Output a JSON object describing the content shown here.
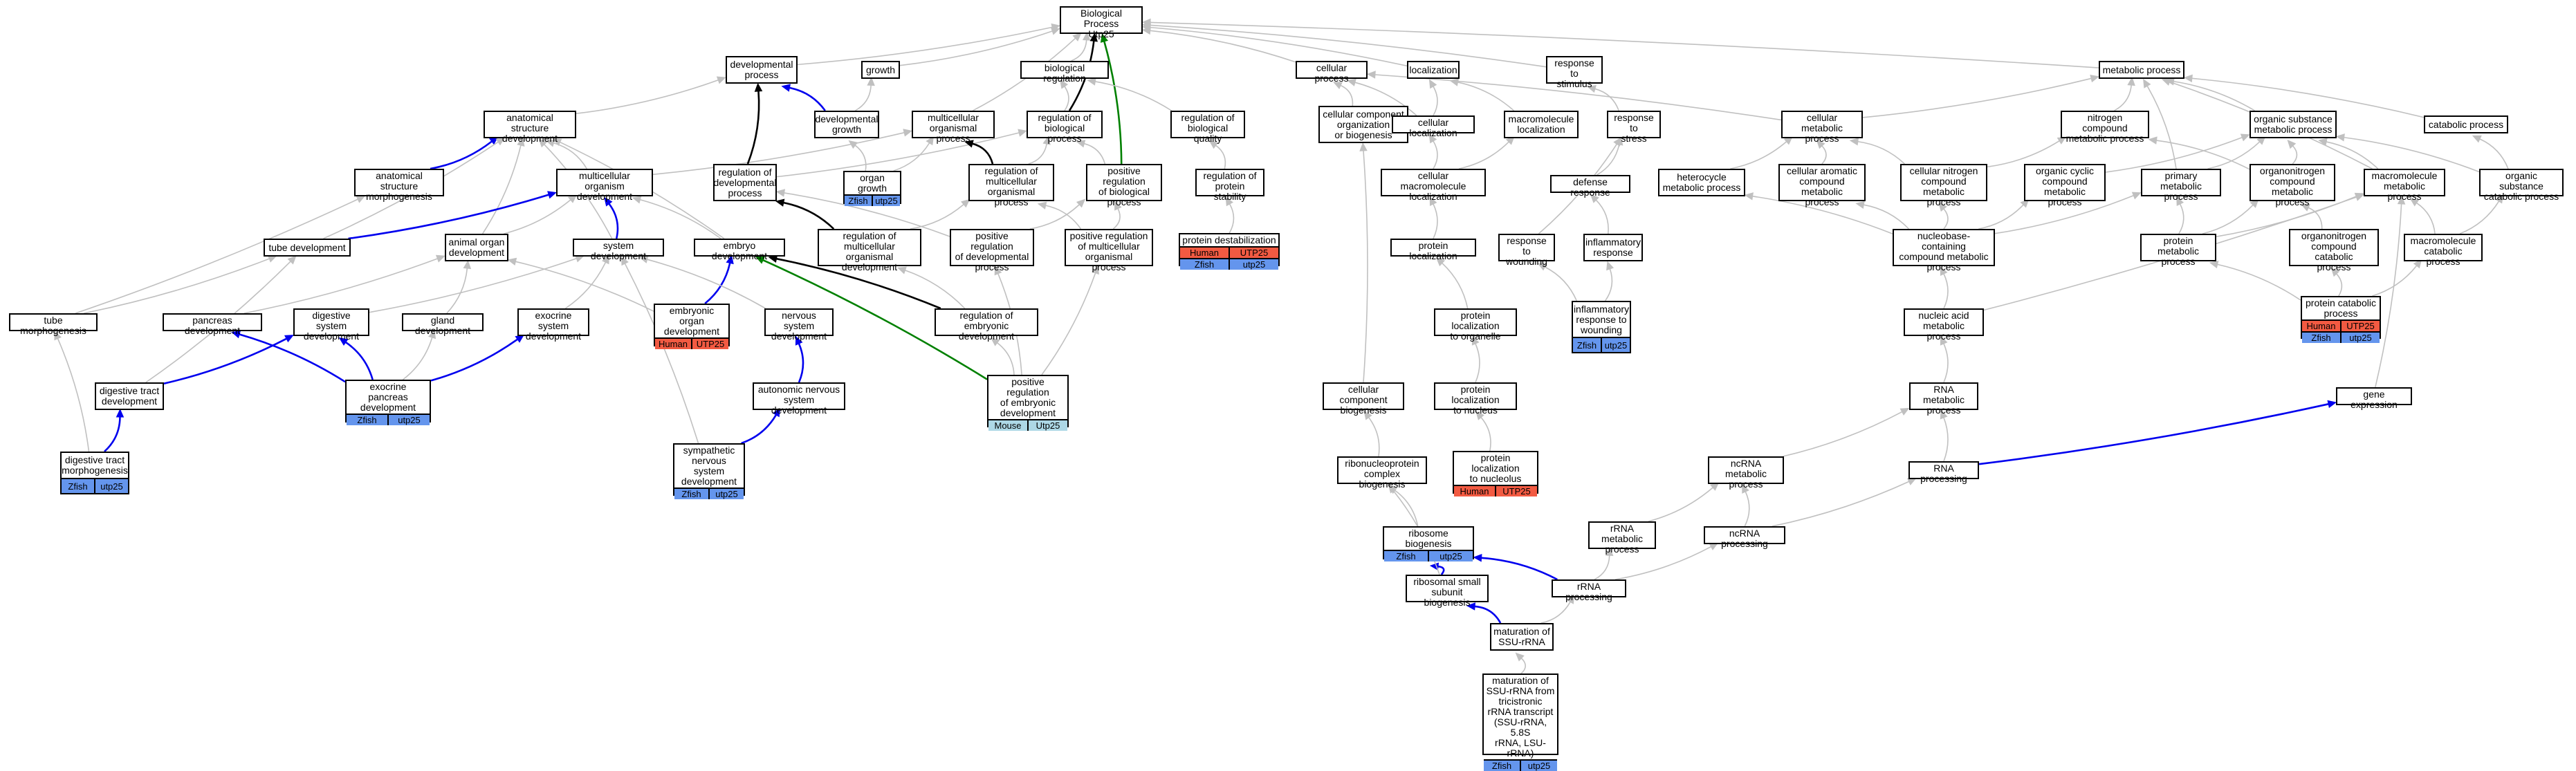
{
  "colors": {
    "Zfish": "#6495ed",
    "Human": "#f25a42",
    "Mouse": "#add8e6",
    "edge_grey": "#c0c0c0",
    "edge_blue": "#0000ee",
    "edge_green": "#008000",
    "edge_black": "#000000"
  },
  "nodes": [
    {
      "id": "bp",
      "label": "Biological Process\nUtp25"
    },
    {
      "id": "devproc",
      "label": "developmental\nprocess"
    },
    {
      "id": "growth",
      "label": "growth"
    },
    {
      "id": "bioreg",
      "label": "biological regulation"
    },
    {
      "id": "cellproc",
      "label": "cellular process"
    },
    {
      "id": "local",
      "label": "localization"
    },
    {
      "id": "respstim",
      "label": "response to\nstimulus"
    },
    {
      "id": "metproc",
      "label": "metabolic process"
    },
    {
      "id": "anatdev",
      "label": "anatomical structure\ndevelopment"
    },
    {
      "id": "devgrowth",
      "label": "developmental\ngrowth"
    },
    {
      "id": "multiorg",
      "label": "multicellular\norganismal process"
    },
    {
      "id": "regbio",
      "label": "regulation of\nbiological process"
    },
    {
      "id": "regqual",
      "label": "regulation of\nbiological quality"
    },
    {
      "id": "ccorg",
      "label": "cellular component\norganization\nor biogenesis"
    },
    {
      "id": "cellloc",
      "label": "cellular localization"
    },
    {
      "id": "macroloc",
      "label": "macromolecule\nlocalization"
    },
    {
      "id": "respstress",
      "label": "response to\nstress"
    },
    {
      "id": "cellmet",
      "label": "cellular metabolic\nprocess"
    },
    {
      "id": "nitromet",
      "label": "nitrogen compound\nmetabolic process"
    },
    {
      "id": "orgsub",
      "label": "organic substance\nmetabolic process"
    },
    {
      "id": "catab",
      "label": "catabolic process"
    },
    {
      "id": "anatmorph",
      "label": "anatomical structure\nmorphogenesis"
    },
    {
      "id": "multidev",
      "label": "multicellular\norganism development"
    },
    {
      "id": "regdev",
      "label": "regulation of\ndevelopmental\nprocess"
    },
    {
      "id": "organgrowth",
      "label": "organ growth",
      "ann": [
        {
          "sp": "Zfish",
          "g": "utp25"
        }
      ]
    },
    {
      "id": "regmulti",
      "label": "regulation of\nmulticellular\norganismal process"
    },
    {
      "id": "posregbio",
      "label": "positive regulation\nof biological\nprocess"
    },
    {
      "id": "regstab",
      "label": "regulation of\nprotein stability"
    },
    {
      "id": "cellmacroloc",
      "label": "cellular macromolecule\nlocalization"
    },
    {
      "id": "defresp",
      "label": "defense response"
    },
    {
      "id": "hetero",
      "label": "heterocycle\nmetabolic process"
    },
    {
      "id": "cellarom",
      "label": "cellular aromatic\ncompound metabolic\nprocess"
    },
    {
      "id": "cellnitro",
      "label": "cellular nitrogen\ncompound metabolic\nprocess"
    },
    {
      "id": "orgcyc",
      "label": "organic cyclic\ncompound metabolic\nprocess"
    },
    {
      "id": "primmet",
      "label": "primary metabolic\nprocess"
    },
    {
      "id": "orgnitro",
      "label": "organonitrogen\ncompound metabolic\nprocess"
    },
    {
      "id": "macromet",
      "label": "macromolecule\nmetabolic process"
    },
    {
      "id": "orgsubcat",
      "label": "organic substance\ncatabolic process"
    },
    {
      "id": "tubedev",
      "label": "tube development"
    },
    {
      "id": "animorgan",
      "label": "animal organ\ndevelopment"
    },
    {
      "id": "sysdev",
      "label": "system development"
    },
    {
      "id": "embdev",
      "label": "embryo development"
    },
    {
      "id": "regmultidev",
      "label": "regulation of\nmulticellular\norganismal development"
    },
    {
      "id": "posregdev",
      "label": "positive regulation\nof developmental\nprocess"
    },
    {
      "id": "posregmulti",
      "label": "positive regulation\nof multicellular\norganismal process"
    },
    {
      "id": "protdestab",
      "label": "protein destabilization",
      "ann": [
        {
          "sp": "Human",
          "g": "UTP25"
        },
        {
          "sp": "Zfish",
          "g": "utp25"
        }
      ]
    },
    {
      "id": "protloc",
      "label": "protein localization"
    },
    {
      "id": "respwound",
      "label": "response to\nwounding"
    },
    {
      "id": "inflam",
      "label": "inflammatory\nresponse"
    },
    {
      "id": "nucbase",
      "label": "nucleobase-containing\ncompound metabolic\nprocess"
    },
    {
      "id": "protmet",
      "label": "protein metabolic\nprocess"
    },
    {
      "id": "orgnitrocat",
      "label": "organonitrogen\ncompound catabolic\nprocess"
    },
    {
      "id": "macrocat",
      "label": "macromolecule\ncatabolic process"
    },
    {
      "id": "tubemorph",
      "label": "tube morphogenesis"
    },
    {
      "id": "pancdev",
      "label": "pancreas development"
    },
    {
      "id": "digsys",
      "label": "digestive system\ndevelopment"
    },
    {
      "id": "glanddev",
      "label": "gland development"
    },
    {
      "id": "exocrine",
      "label": "exocrine system\ndevelopment"
    },
    {
      "id": "embryonicorgan",
      "label": "embryonic organ\ndevelopment",
      "ann": [
        {
          "sp": "Human",
          "g": "UTP25"
        }
      ]
    },
    {
      "id": "nervdev",
      "label": "nervous system\ndevelopment"
    },
    {
      "id": "regembdev",
      "label": "regulation of\nembryonic development"
    },
    {
      "id": "inflamwound",
      "label": "inflammatory\nresponse to\nwounding",
      "ann": [
        {
          "sp": "Zfish",
          "g": "utp25"
        }
      ]
    },
    {
      "id": "protcat",
      "label": "protein catabolic\nprocess",
      "ann": [
        {
          "sp": "Human",
          "g": "UTP25"
        },
        {
          "sp": "Zfish",
          "g": "utp25"
        }
      ]
    },
    {
      "id": "protlocorg",
      "label": "protein localization\nto organelle"
    },
    {
      "id": "nucacid",
      "label": "nucleic acid\nmetabolic process"
    },
    {
      "id": "digtract",
      "label": "digestive tract\ndevelopment"
    },
    {
      "id": "exopanc",
      "label": "exocrine pancreas\ndevelopment",
      "ann": [
        {
          "sp": "Zfish",
          "g": "utp25"
        }
      ]
    },
    {
      "id": "autonom",
      "label": "autonomic nervous\nsystem development"
    },
    {
      "id": "posregemb",
      "label": "positive regulation\nof embryonic\ndevelopment",
      "ann": [
        {
          "sp": "Mouse",
          "g": "Utp25"
        }
      ]
    },
    {
      "id": "ccbio",
      "label": "cellular component\nbiogenesis"
    },
    {
      "id": "protlocnuc",
      "label": "protein localization\nto nucleus"
    },
    {
      "id": "rnamet",
      "label": "RNA metabolic\nprocess"
    },
    {
      "id": "geneexp",
      "label": "gene expression"
    },
    {
      "id": "digmorph",
      "label": "digestive tract\nmorphogenesis",
      "ann": [
        {
          "sp": "Zfish",
          "g": "utp25"
        }
      ]
    },
    {
      "id": "sympath",
      "label": "sympathetic\nnervous system\ndevelopment",
      "ann": [
        {
          "sp": "Zfish",
          "g": "utp25"
        }
      ]
    },
    {
      "id": "ribonuc",
      "label": "ribonucleoprotein\ncomplex biogenesis"
    },
    {
      "id": "protlocnucleolus",
      "label": "protein localization\nto nucleolus",
      "ann": [
        {
          "sp": "Human",
          "g": "UTP25"
        }
      ]
    },
    {
      "id": "ncrnamet",
      "label": "ncRNA metabolic\nprocess"
    },
    {
      "id": "rnaproc",
      "label": "RNA processing"
    },
    {
      "id": "ribobio",
      "label": "ribosome biogenesis",
      "ann": [
        {
          "sp": "Zfish",
          "g": "utp25"
        }
      ]
    },
    {
      "id": "rrnamet",
      "label": "rRNA metabolic\nprocess"
    },
    {
      "id": "ncrnaproc",
      "label": "ncRNA processing"
    },
    {
      "id": "ribosmall",
      "label": "ribosomal small\nsubunit biogenesis"
    },
    {
      "id": "rrnaproc",
      "label": "rRNA processing"
    },
    {
      "id": "matssu",
      "label": "maturation of\nSSU-rRNA"
    },
    {
      "id": "matssutri",
      "label": "maturation of\nSSU-rRNA from\ntricistronic\nrRNA transcript\n(SSU-rRNA, 5.8S\nrRNA, LSU-rRNA)",
      "ann": [
        {
          "sp": "Zfish",
          "g": "utp25"
        }
      ]
    }
  ],
  "edges": [
    [
      "devproc",
      "bp",
      "grey"
    ],
    [
      "growth",
      "bp",
      "grey"
    ],
    [
      "bioreg",
      "bp",
      "grey"
    ],
    [
      "cellproc",
      "bp",
      "grey"
    ],
    [
      "local",
      "bp",
      "grey"
    ],
    [
      "respstim",
      "bp",
      "grey"
    ],
    [
      "metproc",
      "bp",
      "grey"
    ],
    [
      "multiorg",
      "bp",
      "grey"
    ],
    [
      "regbio",
      "bp",
      "black"
    ],
    [
      "posregbio",
      "bp",
      "green"
    ],
    [
      "anatdev",
      "devproc",
      "grey"
    ],
    [
      "devgrowth",
      "devproc",
      "blue"
    ],
    [
      "devgrowth",
      "growth",
      "grey"
    ],
    [
      "regbio",
      "bioreg",
      "grey"
    ],
    [
      "regqual",
      "bioreg",
      "grey"
    ],
    [
      "ccorg",
      "cellproc",
      "grey"
    ],
    [
      "cellloc",
      "cellproc",
      "grey"
    ],
    [
      "cellloc",
      "local",
      "grey"
    ],
    [
      "macroloc",
      "local",
      "grey"
    ],
    [
      "respstress",
      "respstim",
      "grey"
    ],
    [
      "cellmet",
      "cellproc",
      "grey"
    ],
    [
      "cellmet",
      "metproc",
      "grey"
    ],
    [
      "nitromet",
      "metproc",
      "grey"
    ],
    [
      "orgsub",
      "metproc",
      "grey"
    ],
    [
      "catab",
      "metproc",
      "grey"
    ],
    [
      "primmet",
      "metproc",
      "grey"
    ],
    [
      "macromet",
      "metproc",
      "grey"
    ],
    [
      "anatmorph",
      "anatdev",
      "blue"
    ],
    [
      "multidev",
      "anatdev",
      "grey"
    ],
    [
      "multidev",
      "multiorg",
      "grey"
    ],
    [
      "animorgan",
      "anatdev",
      "grey"
    ],
    [
      "tubedev",
      "anatdev",
      "grey"
    ],
    [
      "sysdev",
      "anatdev",
      "grey"
    ],
    [
      "embdev",
      "anatdev",
      "grey"
    ],
    [
      "regdev",
      "devproc",
      "black"
    ],
    [
      "regdev",
      "regbio",
      "grey"
    ],
    [
      "organgrowth",
      "devgrowth",
      "grey"
    ],
    [
      "organgrowth",
      "multiorg",
      "grey"
    ],
    [
      "regmulti",
      "multiorg",
      "black"
    ],
    [
      "regmulti",
      "regbio",
      "grey"
    ],
    [
      "posregbio",
      "regbio",
      "grey"
    ],
    [
      "regstab",
      "regqual",
      "grey"
    ],
    [
      "cellmacroloc",
      "cellloc",
      "grey"
    ],
    [
      "cellmacroloc",
      "macroloc",
      "grey"
    ],
    [
      "defresp",
      "respstress",
      "grey"
    ],
    [
      "hetero",
      "cellmet",
      "grey"
    ],
    [
      "cellarom",
      "cellmet",
      "grey"
    ],
    [
      "cellnitro",
      "cellmet",
      "grey"
    ],
    [
      "cellnitro",
      "nitromet",
      "grey"
    ],
    [
      "orgcyc",
      "orgsub",
      "grey"
    ],
    [
      "primmet",
      "orgsub",
      "grey"
    ],
    [
      "orgnitro",
      "nitromet",
      "grey"
    ],
    [
      "orgnitro",
      "orgsub",
      "grey"
    ],
    [
      "macromet",
      "orgsub",
      "grey"
    ],
    [
      "orgsubcat",
      "orgsub",
      "grey"
    ],
    [
      "orgsubcat",
      "catab",
      "grey"
    ],
    [
      "tubedev",
      "multidev",
      "blue"
    ],
    [
      "sysdev",
      "multidev",
      "blue"
    ],
    [
      "embdev",
      "multidev",
      "grey"
    ],
    [
      "animorgan",
      "multidev",
      "grey"
    ],
    [
      "regmultidev",
      "regdev",
      "black"
    ],
    [
      "regmultidev",
      "regmulti",
      "grey"
    ],
    [
      "posregdev",
      "regdev",
      "grey"
    ],
    [
      "posregdev",
      "posregbio",
      "grey"
    ],
    [
      "posregmulti",
      "regmulti",
      "grey"
    ],
    [
      "posregmulti",
      "posregbio",
      "grey"
    ],
    [
      "protdestab",
      "regstab",
      "grey"
    ],
    [
      "protloc",
      "cellmacroloc",
      "grey"
    ],
    [
      "respwound",
      "respstress",
      "grey"
    ],
    [
      "inflam",
      "defresp",
      "grey"
    ],
    [
      "nucbase",
      "hetero",
      "grey"
    ],
    [
      "nucbase",
      "cellarom",
      "grey"
    ],
    [
      "nucbase",
      "cellnitro",
      "grey"
    ],
    [
      "nucbase",
      "orgcyc",
      "grey"
    ],
    [
      "nucbase",
      "primmet",
      "grey"
    ],
    [
      "protmet",
      "primmet",
      "grey"
    ],
    [
      "protmet",
      "orgnitro",
      "grey"
    ],
    [
      "protmet",
      "macromet",
      "grey"
    ],
    [
      "orgnitrocat",
      "orgnitro",
      "grey"
    ],
    [
      "macrocat",
      "macromet",
      "grey"
    ],
    [
      "macrocat",
      "orgsubcat",
      "grey"
    ],
    [
      "tubemorph",
      "tubedev",
      "grey"
    ],
    [
      "tubemorph",
      "anatmorph",
      "grey"
    ],
    [
      "pancdev",
      "animorgan",
      "grey"
    ],
    [
      "digsys",
      "sysdev",
      "grey"
    ],
    [
      "glanddev",
      "animorgan",
      "grey"
    ],
    [
      "exocrine",
      "sysdev",
      "grey"
    ],
    [
      "embryonicorgan",
      "embdev",
      "blue"
    ],
    [
      "embryonicorgan",
      "animorgan",
      "grey"
    ],
    [
      "nervdev",
      "sysdev",
      "grey"
    ],
    [
      "regembdev",
      "regmultidev",
      "grey"
    ],
    [
      "regembdev",
      "embdev",
      "black"
    ],
    [
      "inflamwound",
      "respwound",
      "grey"
    ],
    [
      "inflamwound",
      "inflam",
      "grey"
    ],
    [
      "protcat",
      "protmet",
      "grey"
    ],
    [
      "protcat",
      "orgnitrocat",
      "grey"
    ],
    [
      "protcat",
      "macrocat",
      "grey"
    ],
    [
      "protlocorg",
      "protloc",
      "grey"
    ],
    [
      "nucacid",
      "nucbase",
      "grey"
    ],
    [
      "nucacid",
      "macromet",
      "grey"
    ],
    [
      "digtract",
      "tubedev",
      "grey"
    ],
    [
      "digtract",
      "digsys",
      "blue"
    ],
    [
      "exopanc",
      "pancdev",
      "blue"
    ],
    [
      "exopanc",
      "digsys",
      "blue"
    ],
    [
      "exopanc",
      "glanddev",
      "grey"
    ],
    [
      "exopanc",
      "exocrine",
      "blue"
    ],
    [
      "autonom",
      "nervdev",
      "blue"
    ],
    [
      "posregemb",
      "embdev",
      "green"
    ],
    [
      "posregemb",
      "regembdev",
      "grey"
    ],
    [
      "posregemb",
      "posregdev",
      "grey"
    ],
    [
      "posregemb",
      "posregmulti",
      "grey"
    ],
    [
      "ccbio",
      "ccorg",
      "grey"
    ],
    [
      "protlocnuc",
      "protlocorg",
      "grey"
    ],
    [
      "rnamet",
      "nucacid",
      "grey"
    ],
    [
      "geneexp",
      "macromet",
      "grey"
    ],
    [
      "digmorph",
      "digtract",
      "blue"
    ],
    [
      "digmorph",
      "tubemorph",
      "grey"
    ],
    [
      "sympath",
      "autonom",
      "blue"
    ],
    [
      "sympath",
      "sysdev",
      "grey"
    ],
    [
      "ribonuc",
      "ccbio",
      "grey"
    ],
    [
      "protlocnucleolus",
      "protlocnuc",
      "grey"
    ],
    [
      "ncrnamet",
      "rnamet",
      "grey"
    ],
    [
      "rnaproc",
      "rnamet",
      "grey"
    ],
    [
      "rnaproc",
      "geneexp",
      "blue"
    ],
    [
      "ribobio",
      "ribonuc",
      "grey"
    ],
    [
      "rrnamet",
      "ncrnamet",
      "grey"
    ],
    [
      "ncrnaproc",
      "ncrnamet",
      "grey"
    ],
    [
      "ncrnaproc",
      "rnaproc",
      "grey"
    ],
    [
      "ribosmall",
      "ribobio",
      "blue"
    ],
    [
      "ribosmall",
      "ribonuc",
      "grey"
    ],
    [
      "rrnaproc",
      "ribobio",
      "blue"
    ],
    [
      "rrnaproc",
      "rrnamet",
      "grey"
    ],
    [
      "rrnaproc",
      "ncrnaproc",
      "grey"
    ],
    [
      "matssu",
      "ribosmall",
      "blue"
    ],
    [
      "matssu",
      "rrnaproc",
      "grey"
    ],
    [
      "matssutri",
      "matssu",
      "grey"
    ]
  ]
}
